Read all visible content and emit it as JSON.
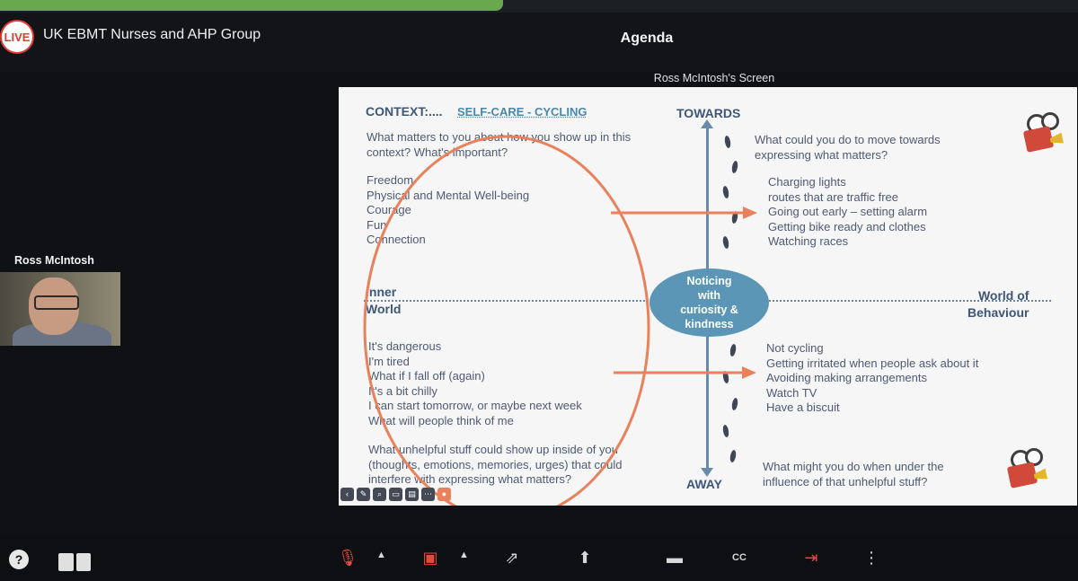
{
  "app": {
    "meeting_title": "UK EBMT Nurses and AHP Group",
    "live_badge": "LIVE",
    "agenda_title": "Agenda",
    "screen_share_label": "Ross McIntosh's Screen"
  },
  "participant": {
    "name": "Ross McIntosh"
  },
  "slide": {
    "context_label": "CONTEXT:....",
    "context_value": "SELF-CARE - CYCLING",
    "towards": "TOWARDS",
    "away": "AWAY",
    "what_matters_question": "What matters to you about how you show up in this\ncontext? What's important?",
    "what_matters_list": "Freedom\nPhysical and Mental Well-being\nCourage\nFun\nConnection",
    "move_towards_question": "What could you do to move towards\nexpressing what matters?",
    "towards_actions": "Charging lights\nroutes that are traffic free\nGoing out early – setting alarm\nGetting bike ready and clothes\nWatching races",
    "inner_world": "Inner\nWorld",
    "world_of_behaviour": "World of\nBehaviour",
    "noticing": "Noticing\nwith\ncuriosity &\nkindness",
    "unhelpful_thoughts": "It's dangerous\nI'm tired\nWhat if I fall off (again)\nIt's a bit chilly\nI can start tomorrow, or maybe next week\nWhat will people think of me",
    "away_actions": "Not cycling\nGetting irritated when people ask about it\nAvoiding making arrangements\nWatch TV\nHave a biscuit",
    "unhelpful_question": "What unhelpful stuff could show up inside of you\n(thoughts, emotions, memories, urges) that could\ninterfere with expressing what matters?",
    "under_influence_question": "What might you do when under the\ninfluence of that unhelpful stuff?",
    "annotation_color": "#e8815c",
    "toolbar_icons": [
      "back-icon",
      "pen-icon",
      "zoom-icon",
      "cc-icon",
      "slides-icon",
      "more-icon",
      "pointer-icon"
    ]
  },
  "controls": {
    "help": "?",
    "cc": "CC",
    "icons": [
      "mic-muted-icon",
      "camera-off-icon",
      "share-screen-icon",
      "raise-hand-icon",
      "chat-icon",
      "captions-icon",
      "leave-icon",
      "more-vertical-icon"
    ]
  },
  "colors": {
    "background": "#0f1115",
    "slide_background": "#f5f6f5",
    "accent_blue": "#5b96b6",
    "danger_red": "#e24a3b",
    "live_green": "#6aa84f"
  }
}
